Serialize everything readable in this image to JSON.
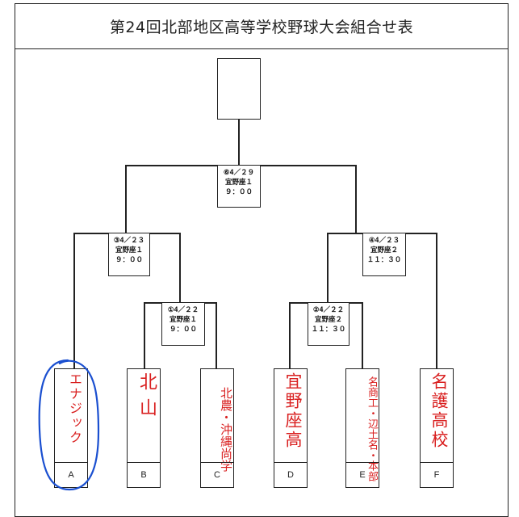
{
  "title": "第24回北部地区高等学校野球大会組合せ表",
  "matches": {
    "final": {
      "line1": "⑥4／２９",
      "line2": "宜野座１",
      "line3": "９：００"
    },
    "semi_left": {
      "line1": "③4／２３",
      "line2": "宜野座１",
      "line3": "９：００"
    },
    "semi_right": {
      "line1": "④4／２３",
      "line2": "宜野座２",
      "line3": "１１：３０"
    },
    "qf_left": {
      "line1": "①4／２２",
      "line2": "宜野座１",
      "line3": "９：００"
    },
    "qf_right": {
      "line1": "②4／２２",
      "line2": "宜野座２",
      "line3": "１１：３０"
    }
  },
  "teams": [
    {
      "slot": "A",
      "name": "エナジック"
    },
    {
      "slot": "B",
      "name": "北山"
    },
    {
      "slot": "C",
      "name": "北農・沖縄尚学"
    },
    {
      "slot": "D",
      "name": "宜野座高"
    },
    {
      "slot": "E",
      "name": "名商工・辺土名・本部"
    },
    {
      "slot": "F",
      "name": "名護高校"
    }
  ],
  "colors": {
    "handwriting": "#d92020",
    "circle_annotation": "#1a4fd0",
    "lines": "#222222"
  }
}
